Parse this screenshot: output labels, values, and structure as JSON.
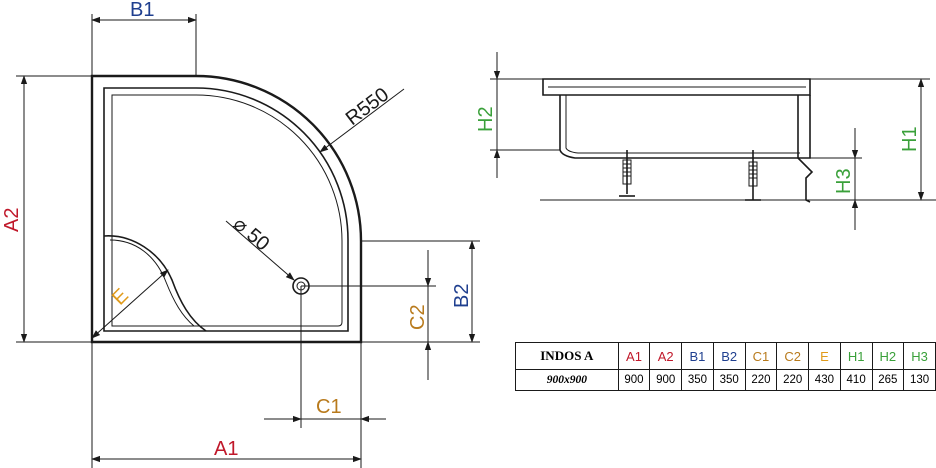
{
  "colors": {
    "A": "#c0182a",
    "B": "#1f3f8f",
    "C": "#b87a1c",
    "E": "#e09a1a",
    "H": "#3aa03a",
    "line": "#1a1a1a"
  },
  "plan": {
    "labels": {
      "b1": "B1",
      "a2": "A2",
      "r": "R550",
      "drain": "⌀ 50",
      "e": "E",
      "b2": "B2",
      "c2": "C2",
      "c1": "C1",
      "a1": "A1"
    }
  },
  "side": {
    "labels": {
      "h2": "H2",
      "h1": "H1",
      "h3": "H3"
    }
  },
  "table": {
    "model": "INDOS A",
    "size": "900x900",
    "headers": [
      "A1",
      "A2",
      "B1",
      "B2",
      "C1",
      "C2",
      "E",
      "H1",
      "H2",
      "H3"
    ],
    "values": [
      "900",
      "900",
      "350",
      "350",
      "220",
      "220",
      "430",
      "410",
      "265",
      "130"
    ]
  }
}
